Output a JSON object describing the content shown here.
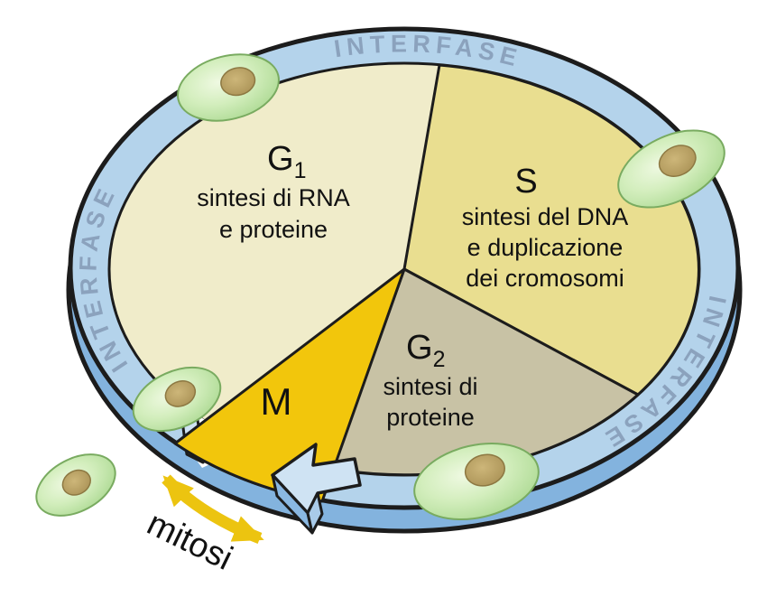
{
  "ring": {
    "top_label": "INTERFASE",
    "left_label": "INTERFASE",
    "right_label": "INTERFASE"
  },
  "phases": {
    "g1": {
      "symbol": "G",
      "subscript": "1",
      "desc_line1": "sintesi di RNA",
      "desc_line2": "e proteine"
    },
    "s": {
      "symbol": "S",
      "desc_line1": "sintesi del DNA",
      "desc_line2": "e duplicazione",
      "desc_line3": "dei cromosomi"
    },
    "g2": {
      "symbol": "G",
      "subscript": "2",
      "desc_line1": "sintesi di",
      "desc_line2": "proteine"
    },
    "m": {
      "symbol": "M"
    }
  },
  "mitosis": {
    "label": "mitosi"
  },
  "colors": {
    "band_top": "#b4d3eb",
    "band_side": "#83b3de",
    "outline": "#1c1c1c",
    "g1_slice": "#f0ecca",
    "s_slice": "#e9de90",
    "g2_slice": "#c8c2a5",
    "m_slice": "#f2c60c",
    "ring_text": "#8ba2bd",
    "cell_body": "#c8e9b2",
    "cell_nucleus": "#b7a161",
    "arrow_yellow": "#ecc410"
  }
}
